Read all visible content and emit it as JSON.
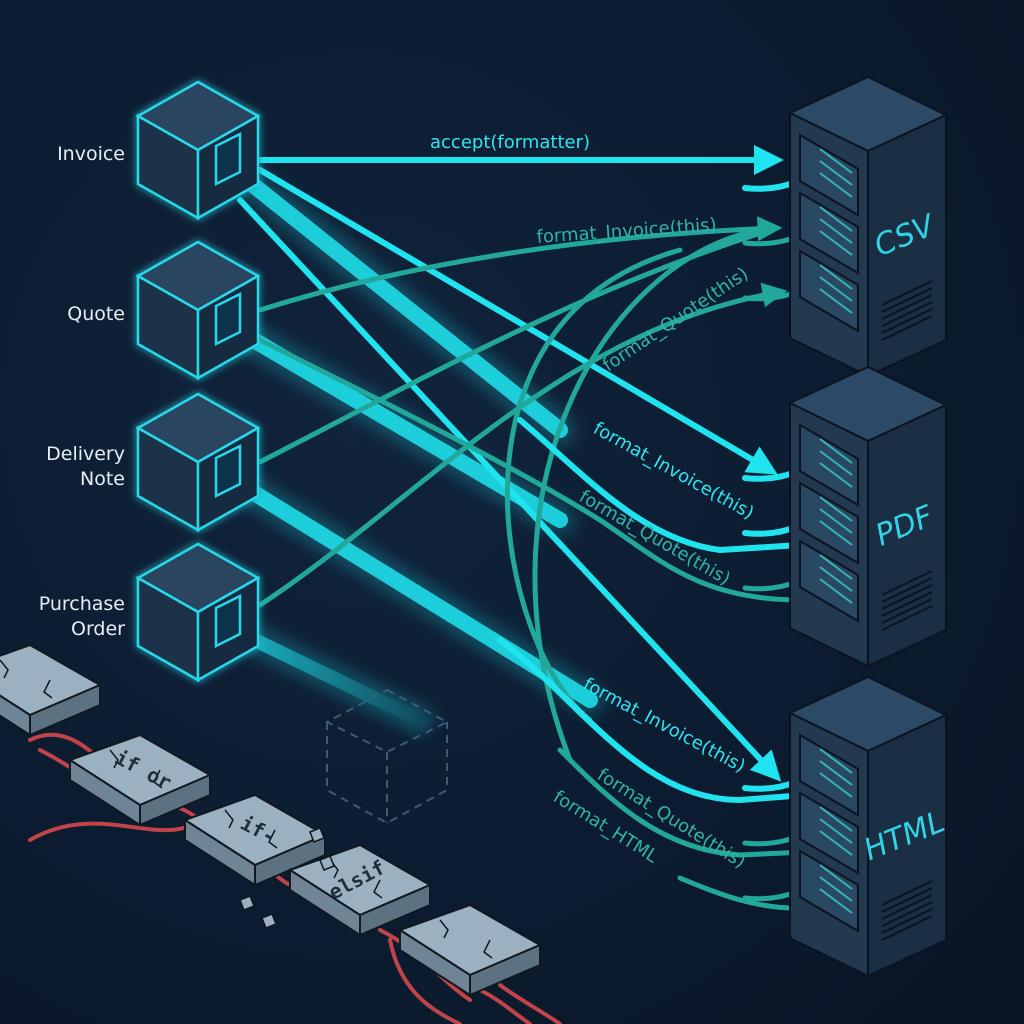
{
  "colors": {
    "background": "#0b1a2e",
    "bright_cyan": "#1fe4f0",
    "teal": "#22a89a",
    "teal_text": "#2fb5a6",
    "cube_edge": "#27d9ea",
    "cube_face_top": "#2a4560",
    "cube_face_left": "#1b3049",
    "cube_face_right": "#162940",
    "server_face": "#22394f",
    "server_top": "#2c4a66",
    "server_side": "#1a2e44",
    "server_text": "#2fd4e6",
    "rubble": "#8fa5b5",
    "wire": "#c0444a",
    "ghost_cube": "#3d5a78"
  },
  "elements": [
    {
      "id": "invoice",
      "label_lines": [
        "Invoice"
      ]
    },
    {
      "id": "quote",
      "label_lines": [
        "Quote"
      ]
    },
    {
      "id": "delivery_note",
      "label_lines": [
        "Delivery",
        "Note"
      ]
    },
    {
      "id": "purchase_order",
      "label_lines": [
        "Purchase",
        "Order"
      ]
    }
  ],
  "formatters": [
    {
      "id": "csv",
      "label": "CSV"
    },
    {
      "id": "pdf",
      "label": "PDF"
    },
    {
      "id": "html",
      "label": "HTML"
    }
  ],
  "messages": [
    {
      "id": "accept",
      "text": "accept(formatter)",
      "style": "bright"
    },
    {
      "id": "csv_invoice",
      "text": "format_Invoice(this)",
      "style": "teal"
    },
    {
      "id": "csv_quote",
      "text": "format_Quote(this)",
      "style": "teal"
    },
    {
      "id": "pdf_invoice",
      "text": "format_Invoice(this)",
      "style": "bright"
    },
    {
      "id": "pdf_quote",
      "text": "format_Quote(this)",
      "style": "teal"
    },
    {
      "id": "html_invoice",
      "text": "format_Invoice(this)",
      "style": "bright"
    },
    {
      "id": "html_quote",
      "text": "format_Quote(this)",
      "style": "teal"
    },
    {
      "id": "html_html",
      "text": "format_HTML",
      "style": "teal"
    }
  ],
  "legacy_chain": {
    "blocks": [
      "",
      "if or",
      "if-",
      "elsif",
      ""
    ],
    "description": "broken conditional chain"
  },
  "ghost_element": {
    "description": "new element placeholder"
  }
}
